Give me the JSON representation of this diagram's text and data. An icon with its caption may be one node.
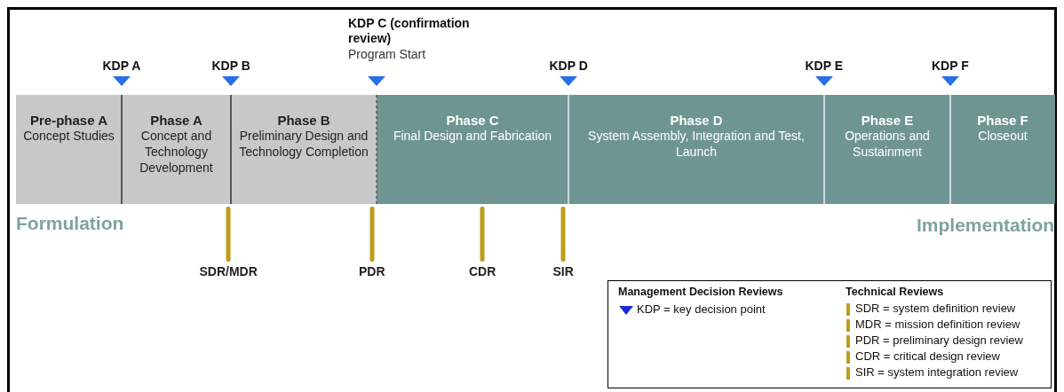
{
  "diagram": {
    "nodes": [
      {
        "text": [
          "Pre-phase A",
          "Concept Studies"
        ]
      },
      {
        "text": [
          "Phase A",
          "Concept and Technology Development"
        ]
      },
      {
        "text": [
          "Phase B",
          "Preliminary Design and Technology Completion"
        ]
      },
      {
        "text": [
          "Phase C",
          "Final Design and Fabrication"
        ]
      },
      {
        "text": [
          "Phase D",
          "System Assembly, Integration and Test, Launch"
        ]
      },
      {
        "text": [
          "Phase E",
          "Operations and Sustainment"
        ]
      },
      {
        "text": [
          "Phase F",
          "Closeout"
        ]
      }
    ],
    "edges": [],
    "labels": [
      "KDP C (confirmation review)",
      "Program Start",
      "KDP A",
      "KDP B",
      "KDP D",
      "KDP E",
      "KDP F",
      "Formulation",
      "Implementation",
      "SDR/MDR",
      "PDR",
      "CDR",
      "SIR",
      "Management Decision Reviews",
      "Technical Reviews"
    ],
    "legend": [
      {
        "text": "KDP = key decision point"
      },
      {
        "text": "SDR = system definition review"
      },
      {
        "text": "MDR = mission definition review"
      },
      {
        "text": "PDR = preliminary design review"
      },
      {
        "text": "CDR = critical design review"
      },
      {
        "text": "SIR = system integration review"
      }
    ]
  }
}
